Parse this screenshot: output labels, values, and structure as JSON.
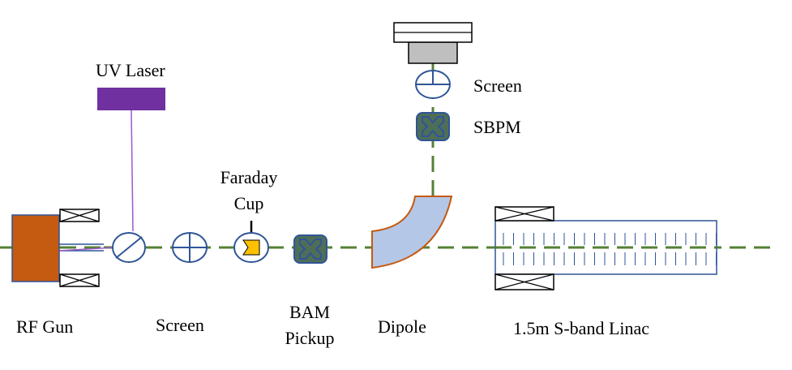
{
  "labels": {
    "uv_laser": "UV Laser",
    "screen_top": "Screen",
    "sbpm": "SBPM",
    "faraday_line1": "Faraday",
    "faraday_line2": "Cup",
    "rf_gun": "RF Gun",
    "screen_bottom": "Screen",
    "bam_line1": "BAM",
    "bam_line2": "Pickup",
    "dipole": "Dipole",
    "linac": "1.5m S-band Linac"
  },
  "colors": {
    "beamline": "#548235",
    "rf_gun": "#C55A11",
    "uv_laser": "#7030A0",
    "laser_line": "#9B59C9",
    "component_stroke": "#2F5597",
    "faraday_fill": "#FFC000",
    "bpm_fill": "#4E6E58",
    "bpm_cross": "#2F5597",
    "dipole_fill": "#B4C7E7",
    "dipole_stroke": "#C55A11",
    "linac_stroke": "#2F5597",
    "detector_fill": "#BFBFBF"
  }
}
